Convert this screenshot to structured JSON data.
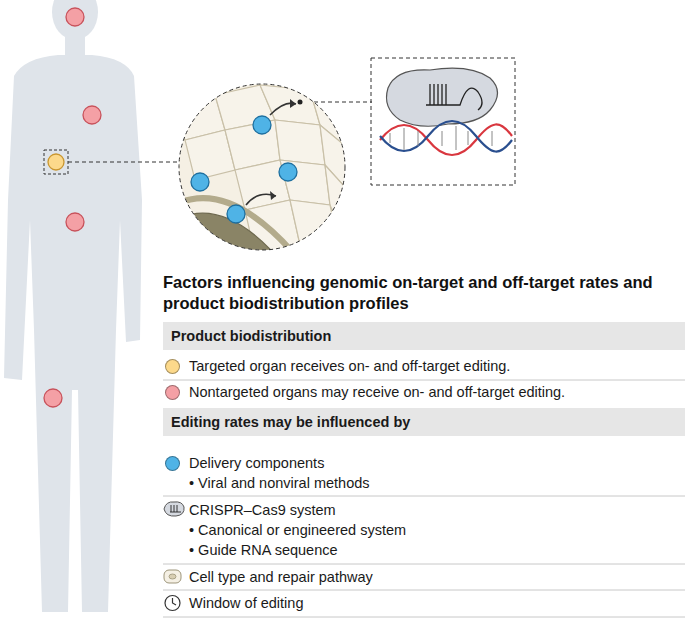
{
  "diagram": {
    "title": "Factors influencing genomic on-target and off-target rates and product biodistribution profiles",
    "nodes": [
      {
        "text": [
          "Product biodistribution"
        ]
      },
      {
        "text": [
          "Editing rates may be influenced by"
        ]
      }
    ],
    "labels": [
      "• Viral and nonviral methods",
      "• Canonical or engineered system",
      "• Guide RNA sequence"
    ],
    "legend": [
      {
        "text": "Targeted organ receives on- and off-target editing.",
        "color": "#fcd98b"
      },
      {
        "text": "Nontargeted organs may receive on- and off-target editing.",
        "color": "#f4a0a5"
      },
      {
        "text": "Delivery components",
        "color": "#4fb3e6"
      },
      {
        "text": "CRISPR–Cas9 system"
      },
      {
        "text": "Cell type and repair pathway"
      },
      {
        "text": "Window of editing"
      }
    ]
  }
}
